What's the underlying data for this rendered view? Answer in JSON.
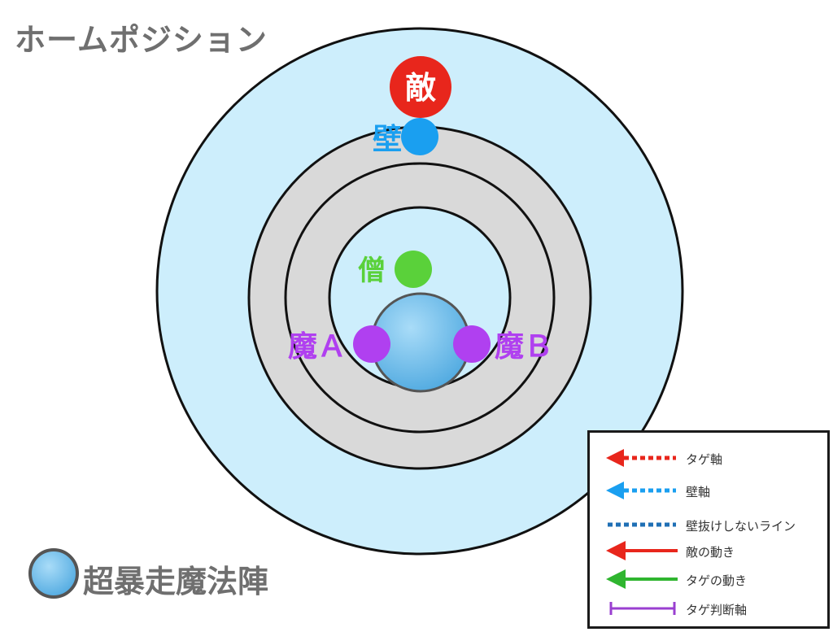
{
  "title": "ホームポジション",
  "nodes": {
    "enemy": {
      "label": "敵",
      "color": "#e8261c"
    },
    "wall": {
      "label": "壁",
      "color": "#1a9ff0"
    },
    "priest": {
      "label": "僧",
      "color": "#5ad13a"
    },
    "mage_a": {
      "label": "魔Ａ",
      "color": "#b040f0"
    },
    "mage_b": {
      "label": "魔Ｂ",
      "color": "#b040f0"
    }
  },
  "colors": {
    "outer_field": "#cdeefc",
    "ring_band": "#d9d9d9",
    "circle_border": "#111111",
    "magic_circle": "#6cc2f0",
    "label_gray": "#6f6f6f"
  },
  "magic_circle_label": "超暴走魔法陣",
  "legend": [
    {
      "label": "タゲ軸",
      "style": "dotted-arrow",
      "color": "#e8261c",
      "icon": "arrow-left-icon"
    },
    {
      "label": "壁軸",
      "style": "dotted-arrow",
      "color": "#1a9ff0",
      "icon": "arrow-left-icon"
    },
    {
      "label": "壁抜けしないライン",
      "style": "dotted",
      "color": "#1f6fb5",
      "icon": "dotted-line-icon"
    },
    {
      "label": "敵の動き",
      "style": "solid-arrow",
      "color": "#e8261c",
      "icon": "arrow-left-icon"
    },
    {
      "label": "タゲの動き",
      "style": "solid-arrow",
      "color": "#2fb52f",
      "icon": "arrow-left-icon"
    },
    {
      "label": "タゲ判断軸",
      "style": "double-bar",
      "color": "#9a3fd0",
      "icon": "double-bar-icon"
    }
  ]
}
